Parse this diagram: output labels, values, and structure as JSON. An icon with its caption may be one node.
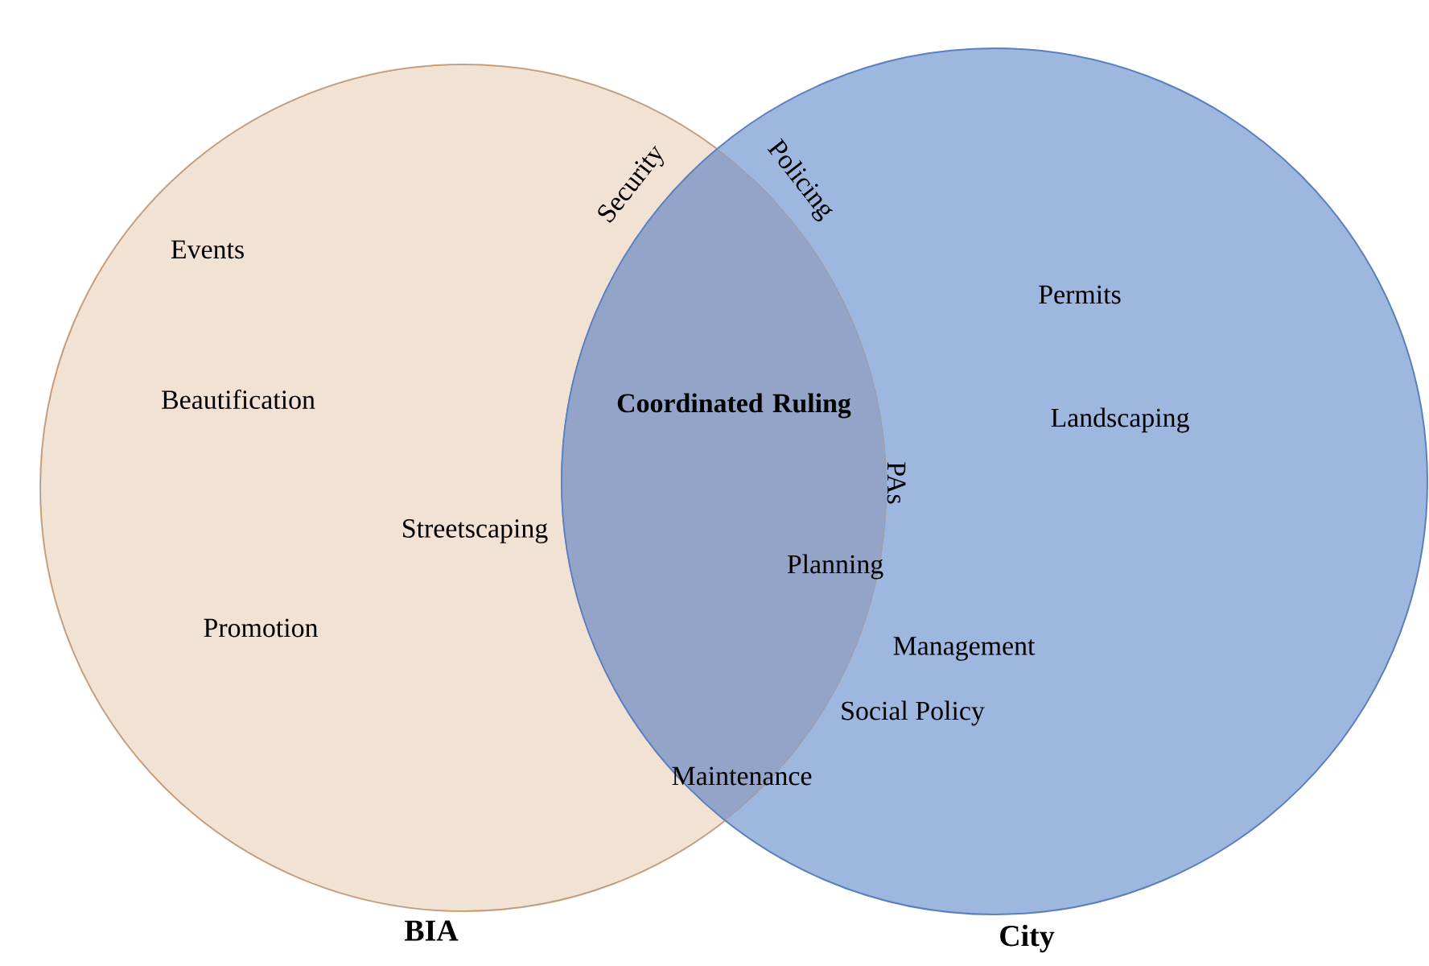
{
  "diagram": {
    "nodes": [
      {
        "text": [
          "BIA"
        ]
      },
      {
        "text": [
          "City"
        ]
      }
    ],
    "edges": [],
    "labels": [
      "Security",
      "Policing",
      "Events",
      "Permits",
      "Coordinated Ruling",
      "Beautification",
      "Landscaping",
      "PAs",
      "Streetscaping",
      "Planning",
      "Promotion",
      "Management",
      "Social Policy",
      "Maintenance"
    ]
  }
}
